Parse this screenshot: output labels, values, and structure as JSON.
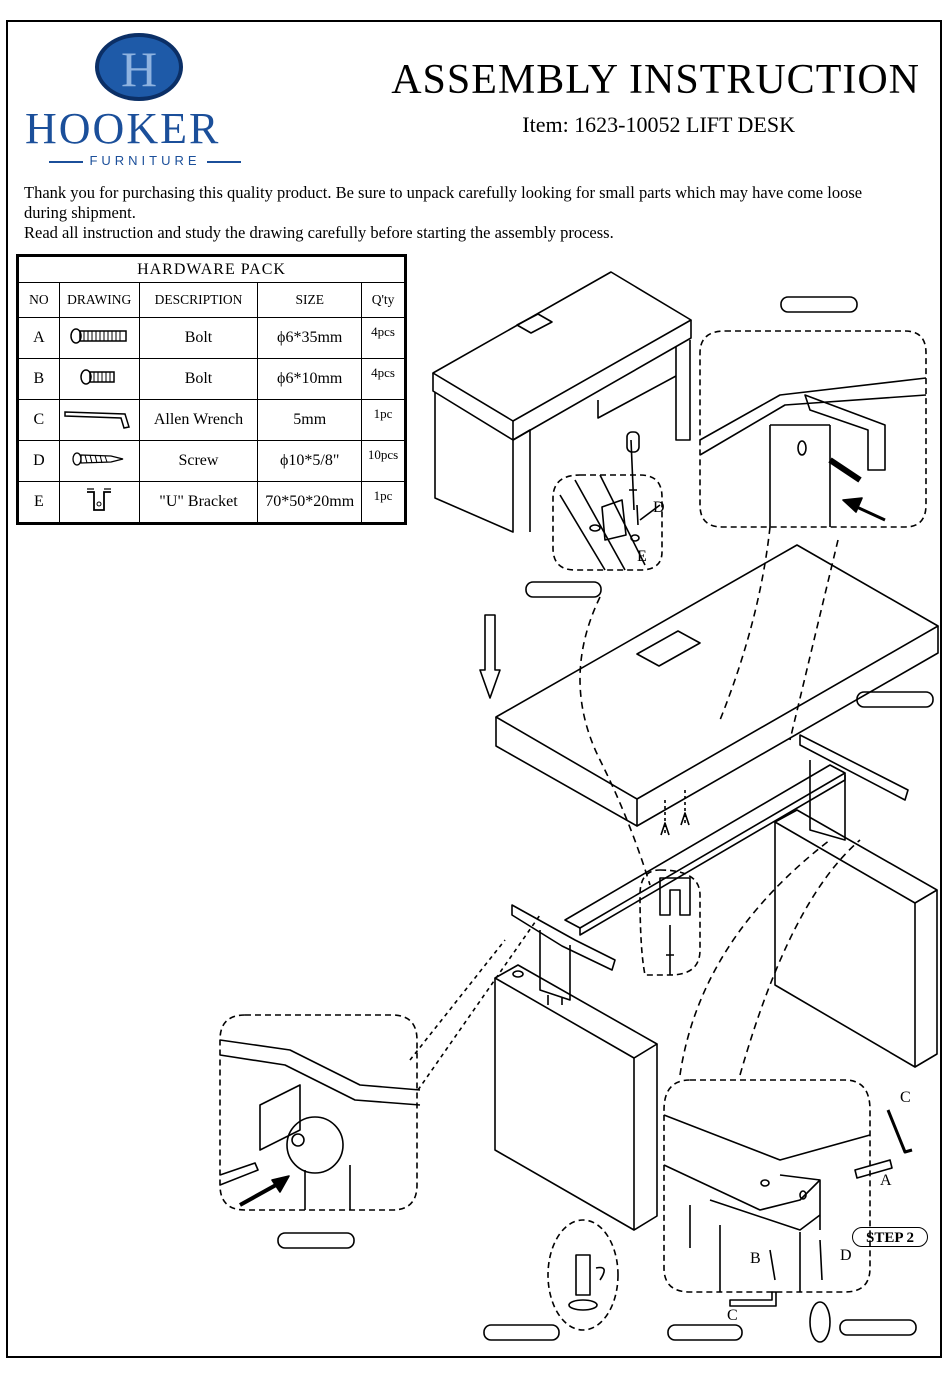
{
  "brand": {
    "logo_letter": "H",
    "name": "HOOKER",
    "sub": "FURNITURE",
    "colors": {
      "oval": "#1e5aa8",
      "text": "#1b4f9a"
    }
  },
  "header": {
    "title": "ASSEMBLY INSTRUCTION",
    "item": "Item:  1623-10052 LIFT DESK"
  },
  "intro": [
    "Thank you for purchasing this quality product. Be sure to unpack carefully looking for small parts which may have come loose during shipment.",
    "Read all instruction and study the drawing carefully before starting the assembly process."
  ],
  "hardware": {
    "title": "HARDWARE   PACK",
    "columns": [
      "NO",
      "DRAWING",
      "DESCRIPTION",
      "SIZE",
      "Q'ty"
    ],
    "rows": [
      {
        "no": "A",
        "icon": "bolt-long-icon",
        "description": "Bolt",
        "size": "ϕ6*35mm",
        "qty": "4pcs"
      },
      {
        "no": "B",
        "icon": "bolt-short-icon",
        "description": "Bolt",
        "size": "ϕ6*10mm",
        "qty": "4pcs"
      },
      {
        "no": "C",
        "icon": "allen-wrench-icon",
        "description": "Allen Wrench",
        "size": "5mm",
        "qty": "1pc"
      },
      {
        "no": "D",
        "icon": "screw-icon",
        "description": "Screw",
        "size": "ϕ10*5/8\"",
        "qty": "10pcs"
      },
      {
        "no": "E",
        "icon": "u-bracket-icon",
        "description": "\"U\"  Bracket",
        "size": "70*50*20mm",
        "qty": "1pc"
      }
    ]
  },
  "diagram": {
    "callouts": {
      "d1": "D",
      "e": "E",
      "c1": "C",
      "a": "A",
      "b": "B",
      "d2": "D",
      "c2": "C"
    },
    "step": "STEP 2"
  }
}
